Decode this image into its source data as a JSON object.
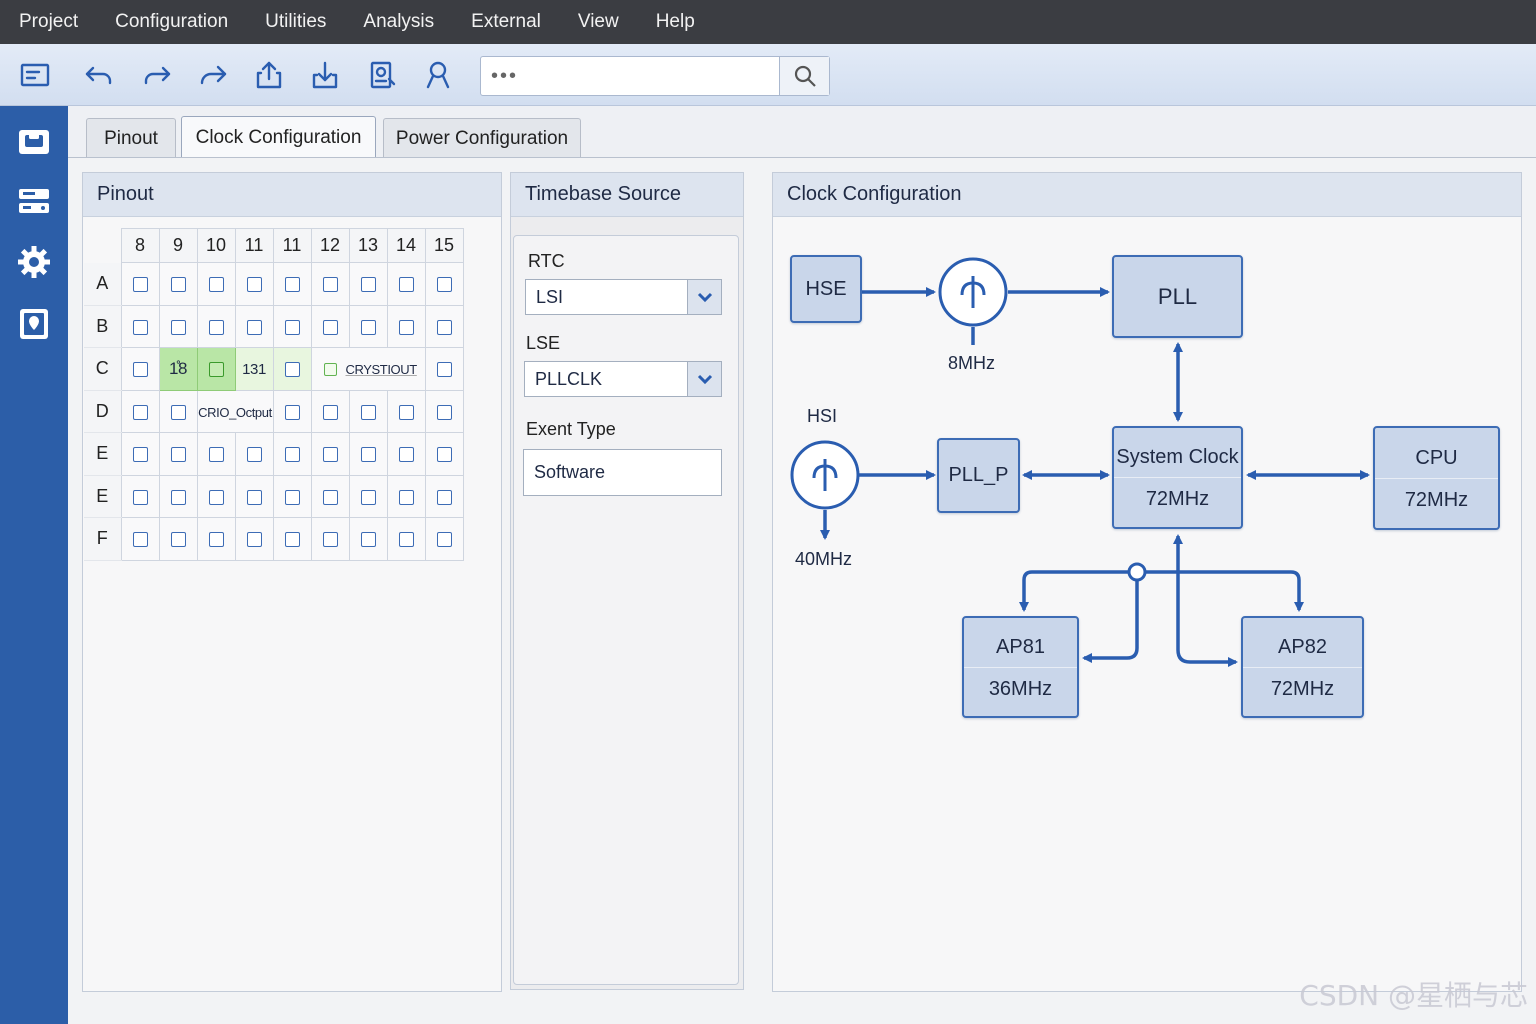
{
  "menu": [
    "Project",
    "Configuration",
    "Utilities",
    "Analysis",
    "External",
    "View",
    "Help"
  ],
  "toolbar": {
    "buttons": [
      "document-icon",
      "undo-icon",
      "redo-icon",
      "forward-icon",
      "upload-icon",
      "download-icon",
      "report-icon",
      "user-icon"
    ],
    "search_value": "•••"
  },
  "sidebar": [
    "chip-icon",
    "peripherals-icon",
    "gear-icon",
    "map-icon"
  ],
  "tabs": [
    "Pinout",
    "Clock Configuration",
    "Power Configuration"
  ],
  "active_tab": "Clock Configuration",
  "pinout": {
    "title": "Pinout",
    "columns": [
      "8",
      "9",
      "10",
      "11",
      "11",
      "12",
      "13",
      "14",
      "15"
    ],
    "rows": [
      "A",
      "B",
      "C",
      "D",
      "E",
      "E",
      "F"
    ],
    "labels": {
      "c9": "1̊8",
      "c11": "131",
      "c13": "CRYSTIOUT",
      "d10": "CRIO_Octput"
    }
  },
  "timebase": {
    "title": "Timebase Source",
    "rtc_label": "RTC",
    "rtc_value": "LSI",
    "lse_label": "LSE",
    "lse_value": "PLLCLK",
    "event_label": "Exent Type",
    "event_value": "Software"
  },
  "clock": {
    "title": "Clock Configuration",
    "hse": "HSE",
    "hse_freq": "8MHz",
    "pll": "PLL",
    "hsi": "HSI",
    "hsi_freq": "40MHz",
    "pll_p": "PLL_P",
    "sysclk": "System Clock",
    "sysclk_freq": "72MHz",
    "cpu": "CPU",
    "cpu_freq": "72MHz",
    "apb1": "AP81",
    "apb1_freq": "36MHz",
    "apb2": "AP82",
    "apb2_freq": "72MHz"
  },
  "colors": {
    "accent": "#2a5db0",
    "rail": "#2c5ea8",
    "box_fill": "#c9d6ea",
    "pin_green": "#b9e6a6"
  },
  "watermark": "CSDN @星栖与芯"
}
